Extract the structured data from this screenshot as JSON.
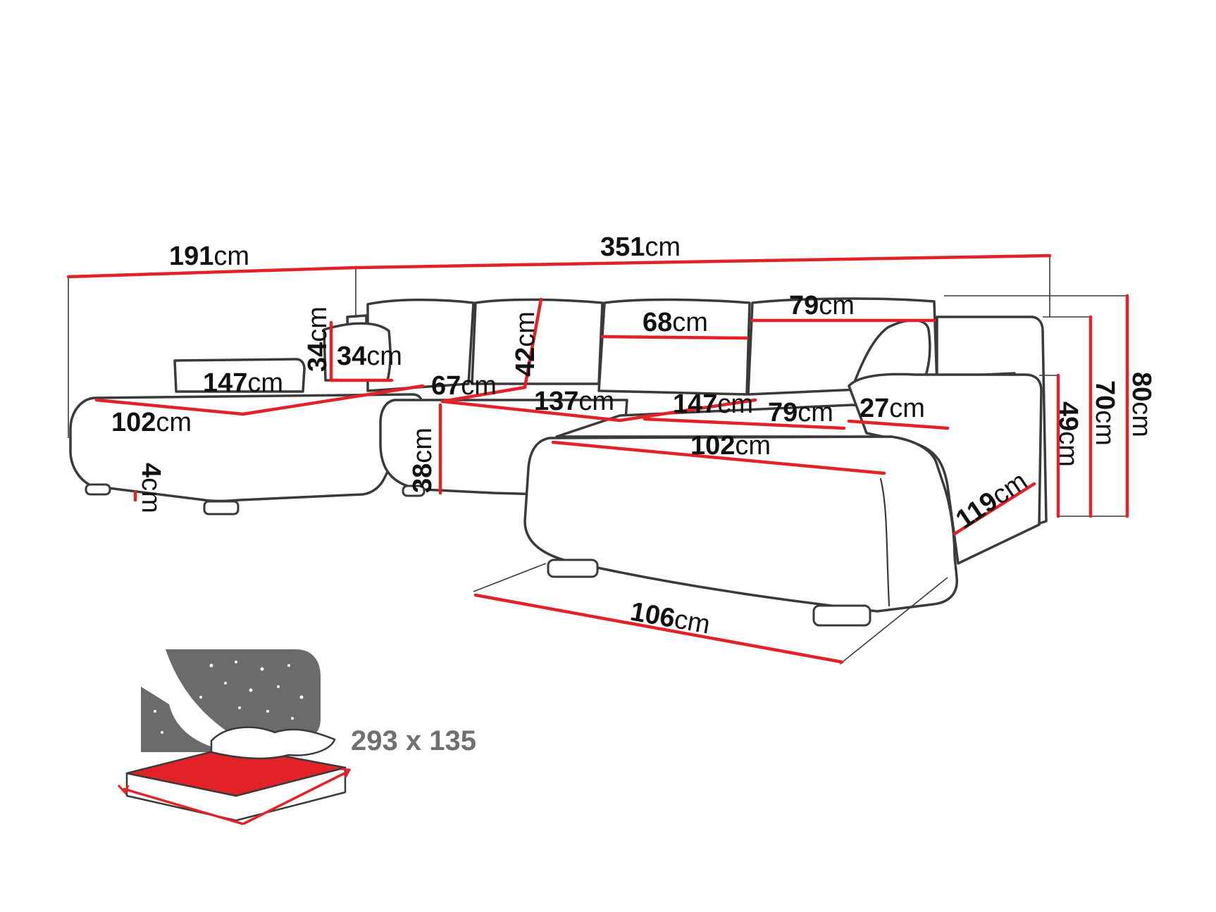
{
  "unit": "cm",
  "dimensions": {
    "total_length": "351",
    "chaise_length": "191",
    "left_chaise_length": "147",
    "left_chaise_depth": "102",
    "left_pillow_height": "34",
    "left_pillow_width": "34",
    "middle_seat_length": "137",
    "middle_seat_depth": "67",
    "back_height": "42",
    "back_cushion_width_mid": "68",
    "back_cushion_width_right": "79",
    "right_seat_length": "147",
    "right_seat_79": "79",
    "armrest_width": "27",
    "right_chaise_depth": "102",
    "right_chaise_side": "119",
    "right_chaise_front": "106",
    "seat_height": "38",
    "leg_height": "4",
    "arm_height": "49",
    "back_height_70": "70",
    "total_height": "80"
  },
  "bed": {
    "label": "293 x 135",
    "surface_color": "#e32227",
    "icon": "night-sky-bed-icon"
  },
  "colors": {
    "dimension_line": "#e32227",
    "outline": "#3a3a3a"
  }
}
